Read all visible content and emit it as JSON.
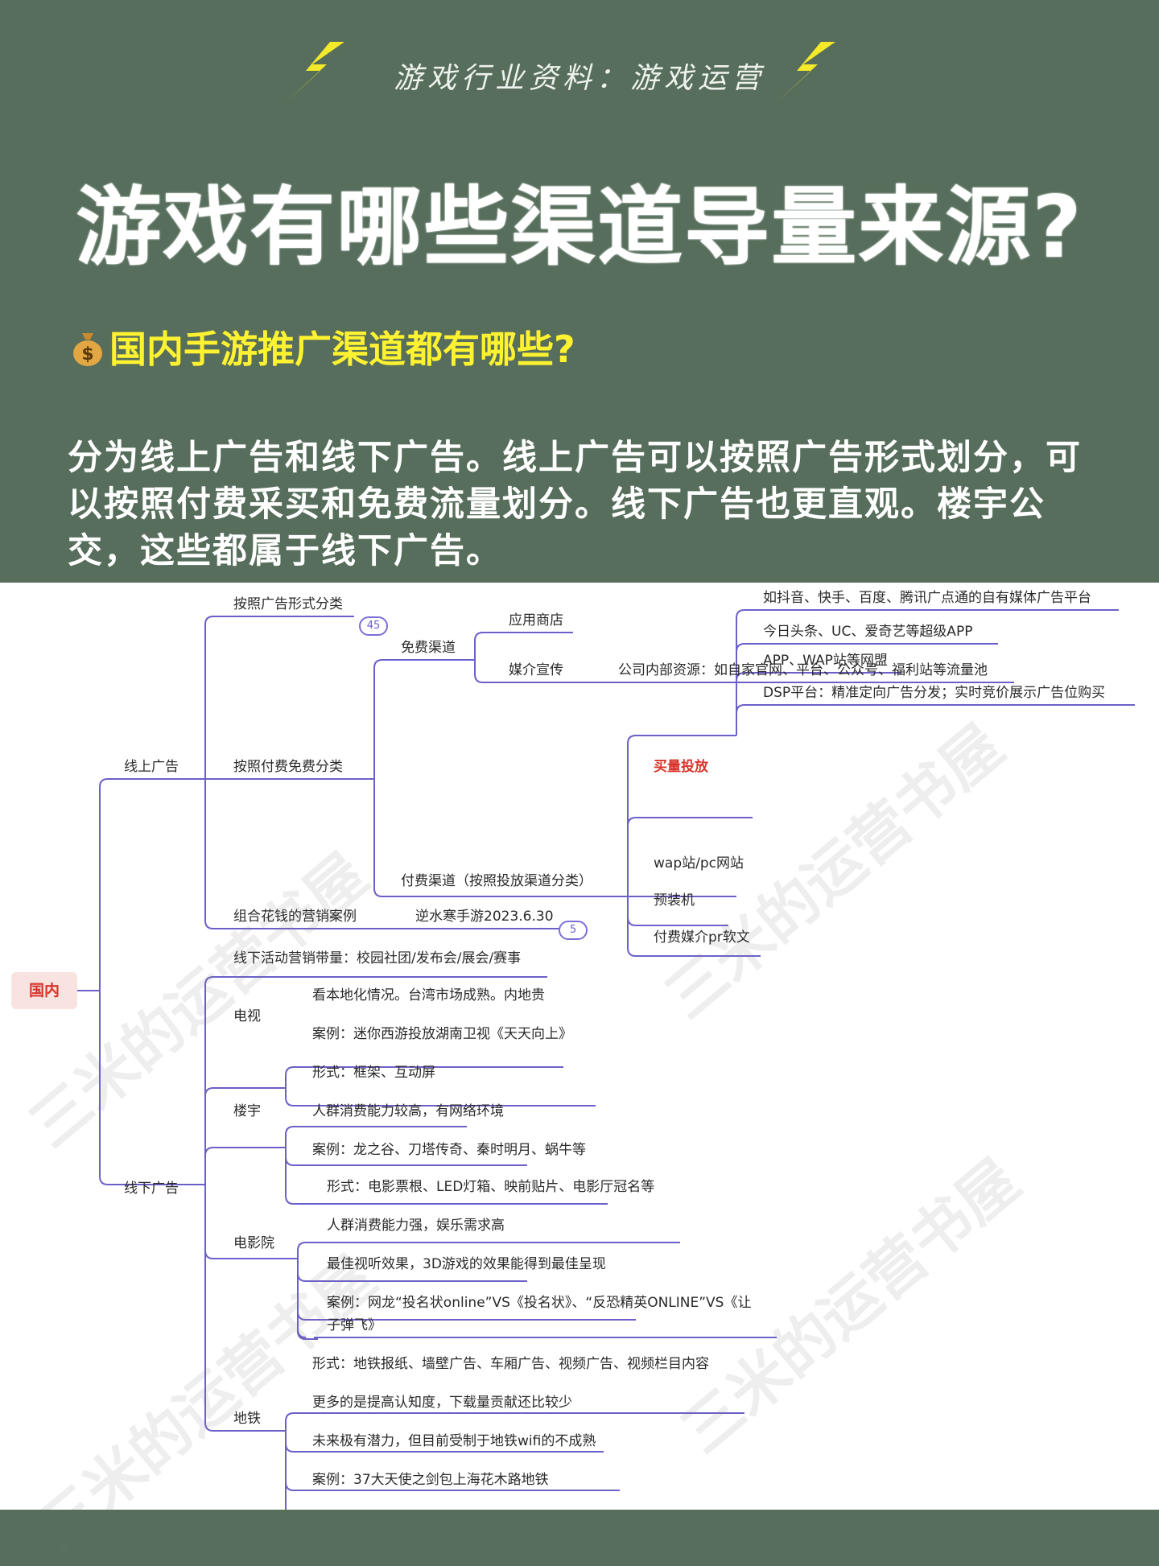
{
  "header": {
    "tag_line": "游戏行业资料：游戏运营",
    "title": "游戏有哪些渠道导量来源?",
    "subtitle": "国内手游推广渠道都有哪些?",
    "paragraph": "分为线上广告和线下广告。线上广告可以按照广告形式划分，可以按照付费采买和免费流量划分。线下广告也更直观。楼宇公交，这些都属于线下广告。"
  },
  "watermark": "三米的运营书屋",
  "colors": {
    "background": "#566e5b",
    "title": "#ffffff",
    "subtitle": "#fff231",
    "bolt": "#f4ea2a",
    "line": "#6b60c9",
    "root_red": "#d8342c"
  },
  "mindmap": {
    "root": "国内",
    "online": {
      "label": "线上广告",
      "by_form": "按照广告形式分类",
      "by_form_badge": "45",
      "by_pay": "按照付费免费分类",
      "free": "免费渠道",
      "app_store": "应用商店",
      "media": "媒介宣传",
      "media_detail": "公司内部资源：如自家官网、平台、公众号、福利站等流量池",
      "paid": "付费渠道（按照投放渠道分类）",
      "buy": "买量投放",
      "buy_items": [
        "如抖音、快手、百度、腾讯广点通的自有媒体广告平台",
        "今日头条、UC、爱奇艺等超级APP",
        "APP、WAP站等网盟",
        "DSP平台：精准定向广告分发；实时竞价展示广告位购买"
      ],
      "wap": "wap站/pc网站",
      "preinstall": "预装机",
      "pr": "付费媒介pr软文",
      "combo": "组合花钱的营销案例",
      "combo_case": "逆水寒手游2023.6.30",
      "combo_badge": "5"
    },
    "offline": {
      "label": "线下广告",
      "event": "线下活动营销带量：校园社团/发布会/展会/赛事",
      "tv": "电视",
      "tv_items": [
        "看本地化情况。台湾市场成熟。内地贵",
        "案例：迷你西游投放湖南卫视《天天向上》"
      ],
      "building": "楼宇",
      "building_items": [
        "形式：框架、互动屏",
        "人群消费能力较高，有网络环境",
        "案例：龙之谷、刀塔传奇、秦时明月、蜗牛等"
      ],
      "cinema": "电影院",
      "cinema_items": [
        "形式：电影票根、LED灯箱、映前贴片、电影厅冠名等",
        "人群消费能力强，娱乐需求高",
        "最佳视听效果，3D游戏的效果能得到最佳呈现",
        "案例：网龙“投名状online”VS《投名状》、“反恐精英ONLINE”VS《让",
        "子弹飞》"
      ],
      "metro": "地铁",
      "metro_items": [
        "形式：地铁报纸、墙壁广告、车厢广告、视频广告、视频栏目内容",
        "更多的是提高认知度，下载量贡献还比较少",
        "未来极有潜力，但目前受制于地铁wifi的不成熟",
        "案例：37大天使之剑包上海花木路地铁"
      ]
    }
  }
}
